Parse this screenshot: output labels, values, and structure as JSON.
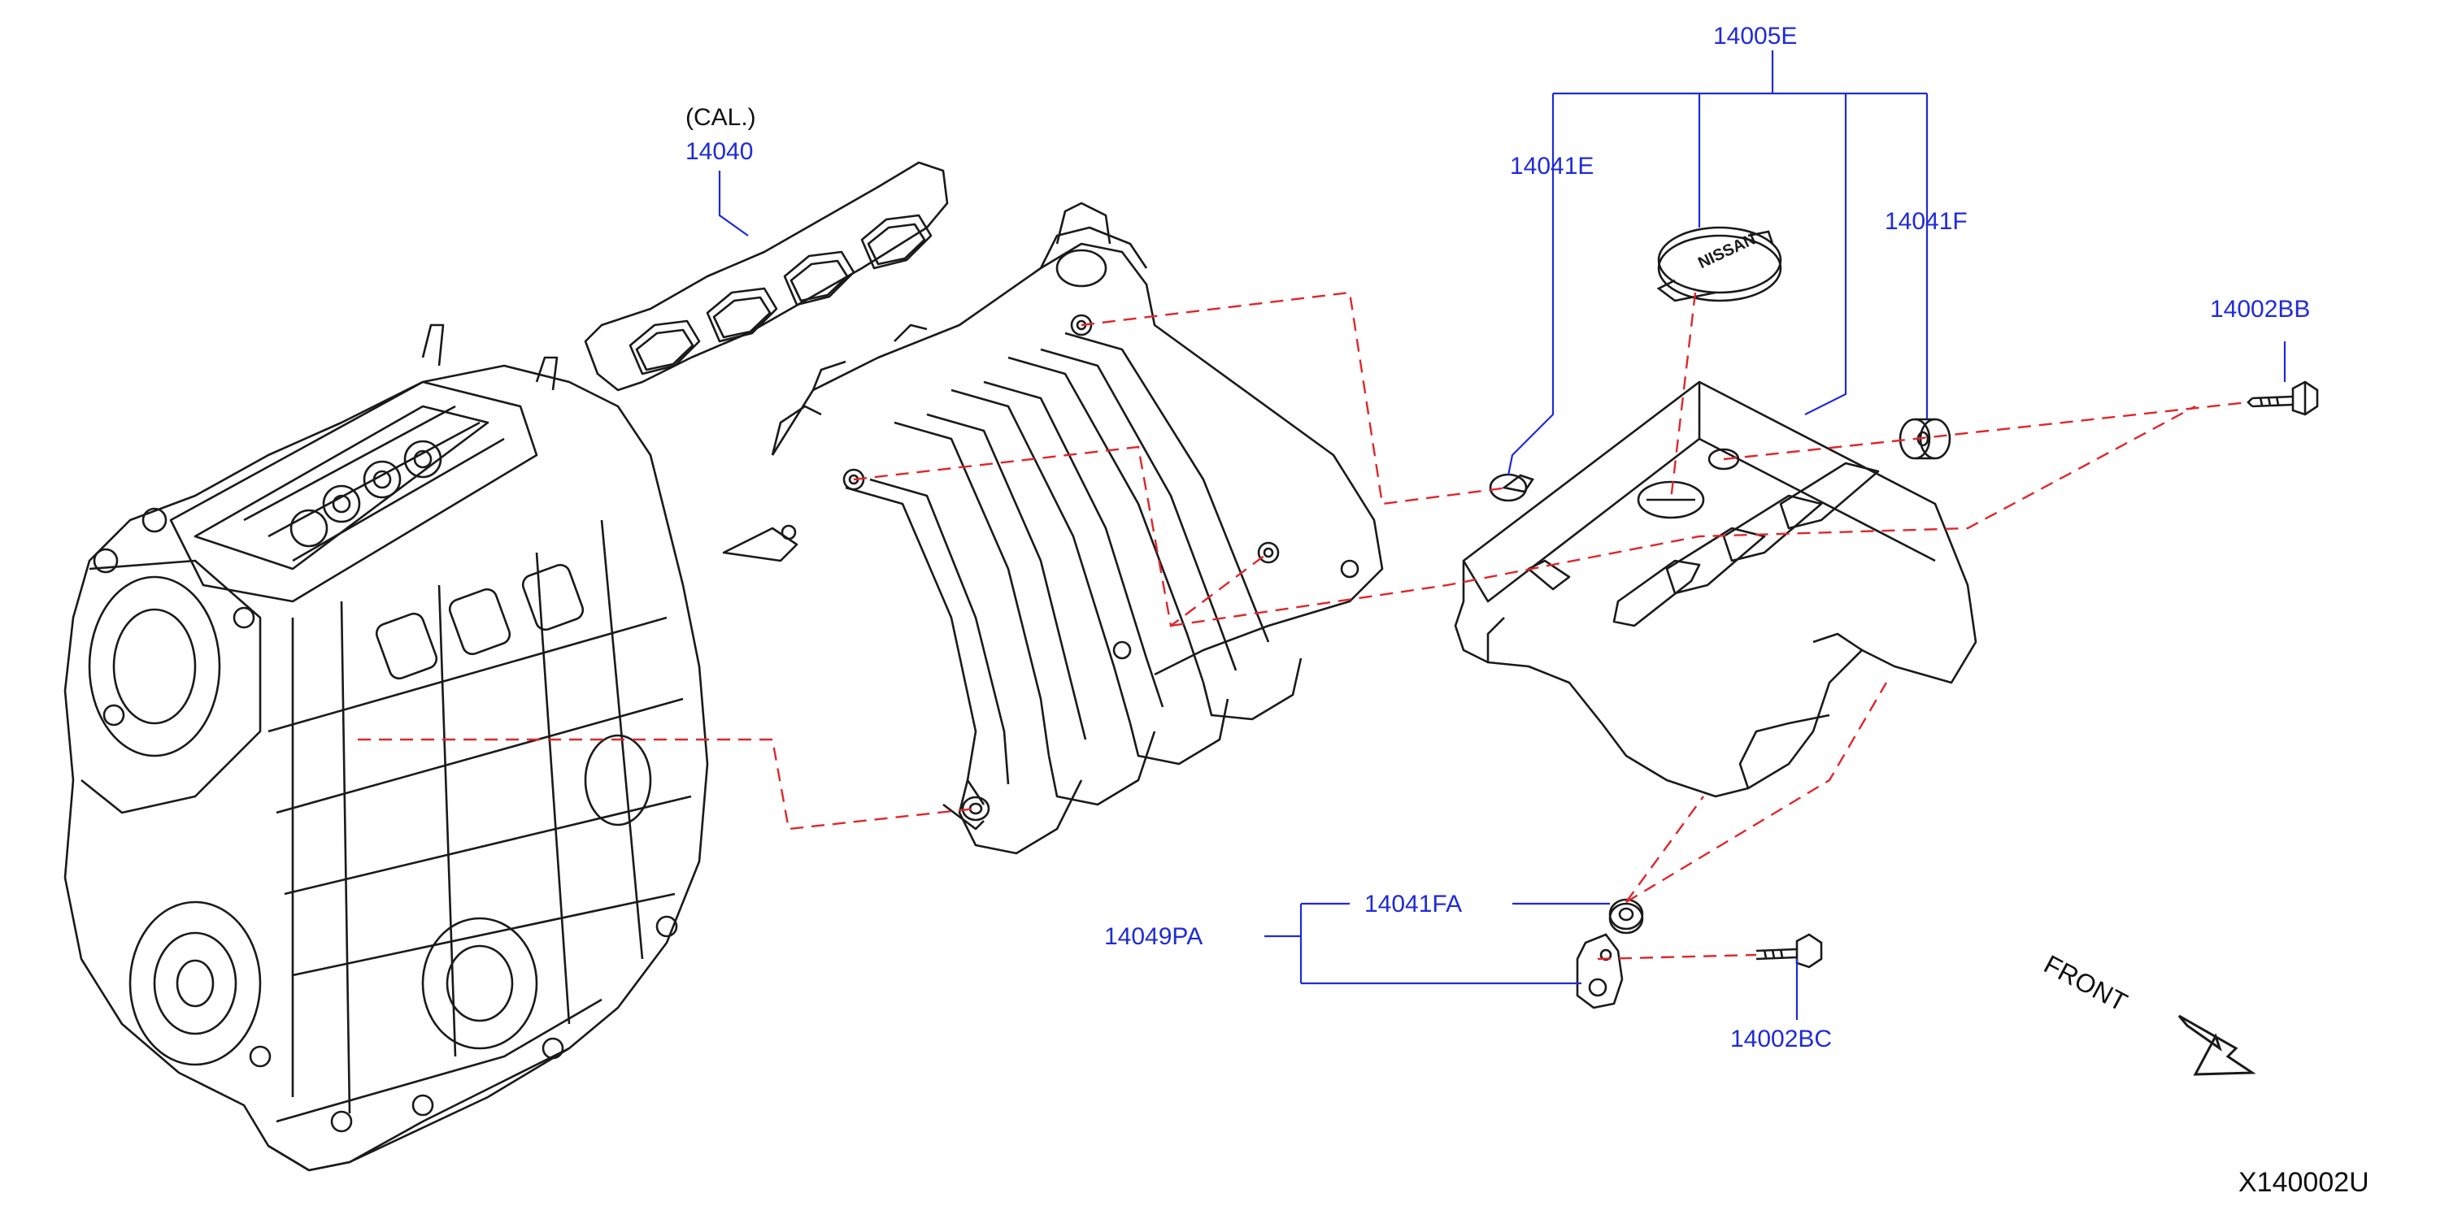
{
  "labels": {
    "p14005E": "14005E",
    "p14041E": "14041E",
    "p14041F": "14041F",
    "p14002BB": "14002BB",
    "cal_note": "(CAL.)",
    "p14040": "14040",
    "p14041FA": "14041FA",
    "p14049PA": "14049PA",
    "p14002BC": "14002BC",
    "front": "FRONT",
    "diagram_code": "X140002U",
    "logo_text": "NISSAN"
  },
  "colors": {
    "part_label": "#1f2bd8",
    "leader_line": "#1f2bd8",
    "connector_dash": "#e0262b",
    "outline": "#1a1a1a",
    "background": "#ffffff"
  }
}
